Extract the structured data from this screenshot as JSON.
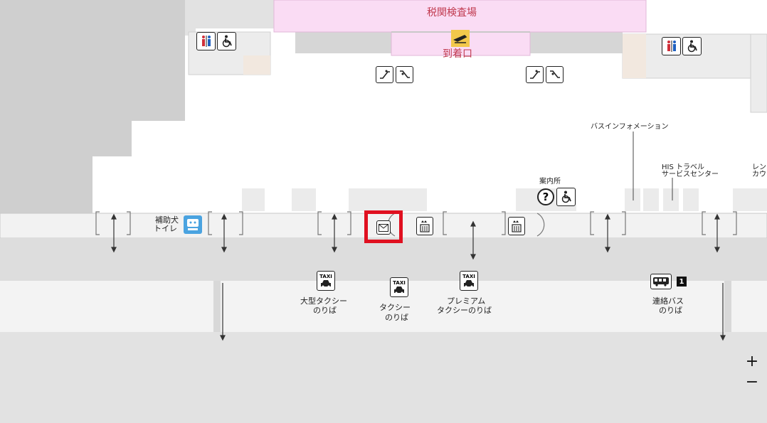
{
  "areas": {
    "customs": "税関検査場",
    "arrival": "到着口"
  },
  "facilities": {
    "service_dog_toilet_1": "補助犬",
    "service_dog_toilet_2": "トイレ",
    "info_desk": "案内所",
    "bus_info": "バスインフォメーション",
    "his_travel_1": "HIS トラベル",
    "his_travel_2": "サービスセンター",
    "rent_partial_1": "レン",
    "rent_partial_2": "カウ"
  },
  "stops": {
    "large_taxi_1": "大型タクシー",
    "large_taxi_2": "のりば",
    "taxi_1": "タクシー",
    "taxi_2": "のりば",
    "premium_taxi_1": "プレミアム",
    "premium_taxi_2": "タクシーのりば",
    "shuttle_bus_1": "連絡バス",
    "shuttle_bus_2": "のりば",
    "bus_number": "1"
  },
  "taxi_sign": "TAXI",
  "zoom": {
    "in": "+",
    "out": "−"
  },
  "icons": [
    "restroom-icon",
    "wheelchair-icon",
    "escalator-icon",
    "elevator-icon",
    "mail-icon",
    "info-icon",
    "taxi-icon",
    "bus-icon",
    "service-dog-toilet-icon",
    "arrival-plane-icon"
  ],
  "colors": {
    "customs_fill": "#fadcf4",
    "highlight": "#e01020",
    "arrival_sign": "#f2c84b",
    "red_text": "#c0394e"
  }
}
